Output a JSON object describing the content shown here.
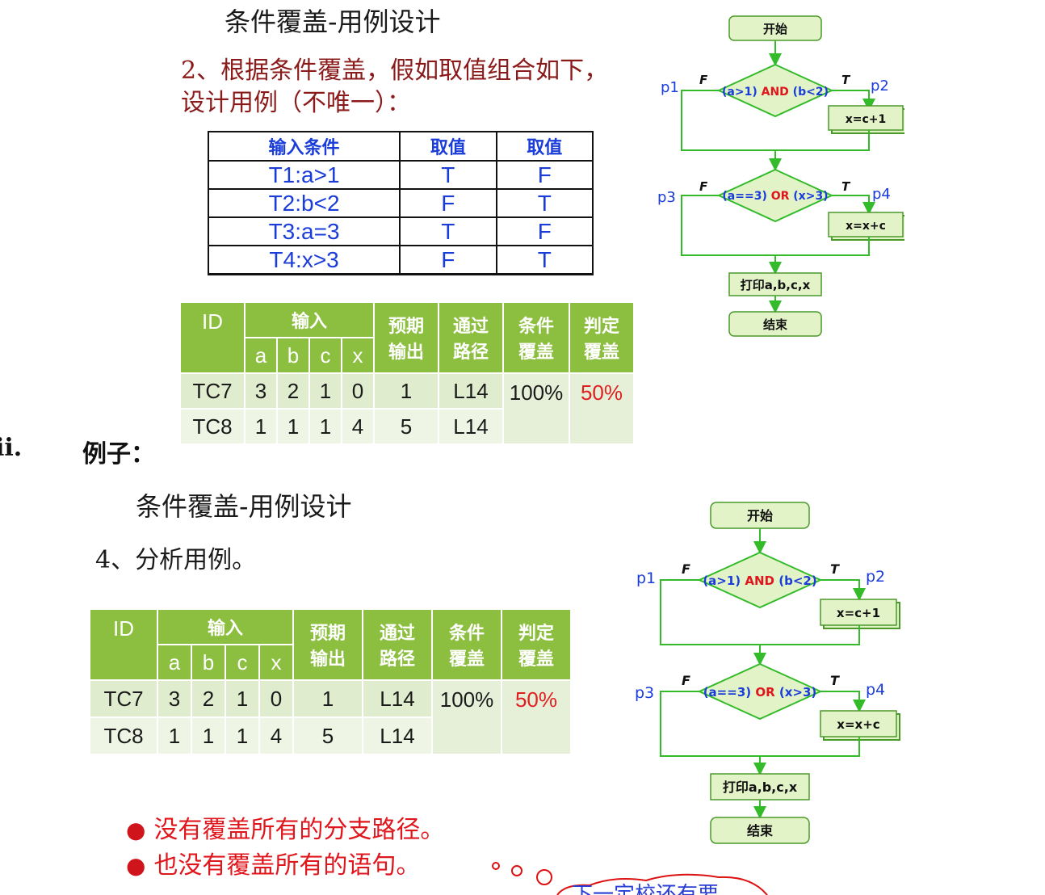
{
  "top": {
    "title": "条件覆盖-用例设计",
    "step_line1": "2、根据条件覆盖，假如取值组合如下，",
    "step_line2": "设计用例（不唯一）：",
    "cond_table": {
      "headers": [
        "输入条件",
        "取值",
        "取值"
      ],
      "rows": [
        [
          "T1:a>1",
          "T",
          "F"
        ],
        [
          "T2:b<2",
          "F",
          "T"
        ],
        [
          "T3:a=3",
          "T",
          "F"
        ],
        [
          "T4:x>3",
          "F",
          "T"
        ]
      ]
    }
  },
  "case_table": {
    "h_id": "ID",
    "h_input": "输入",
    "h_expected_1": "预期",
    "h_expected_2": "输出",
    "h_path_1": "通过",
    "h_path_2": "路径",
    "h_cond_1": "条件",
    "h_cond_2": "覆盖",
    "h_dec_1": "判定",
    "h_dec_2": "覆盖",
    "inputs": [
      "a",
      "b",
      "c",
      "x"
    ],
    "rows": [
      {
        "id": "TC7",
        "a": "3",
        "b": "2",
        "c": "1",
        "x": "0",
        "expected": "1",
        "path": "L14",
        "cond": "100%",
        "dec": "50%"
      },
      {
        "id": "TC8",
        "a": "1",
        "b": "1",
        "c": "1",
        "x": "4",
        "expected": "5",
        "path": "L14"
      }
    ]
  },
  "section_label": "ii.",
  "section_text": "例子：",
  "bottom": {
    "title": "条件覆盖-用例设计",
    "step": "4、分析用例。",
    "bullets": [
      "没有覆盖所有的分支路径。",
      "也没有覆盖所有的语句。"
    ],
    "cloud_text": "下一定校还有要"
  },
  "flowchart": {
    "start": "开始",
    "cond1_a": "(a>1) ",
    "cond1_op": "AND",
    "cond1_b": " (b<2)",
    "action1": "x=c+1",
    "cond2_a": "(a==3) ",
    "cond2_op": "OR",
    "cond2_b": " (x>3)",
    "action2": "x=x+c",
    "print": "打印a,b,c,x",
    "end": "结束",
    "p1": "p1",
    "p2": "p2",
    "p3": "p3",
    "p4": "p4",
    "false_label": "F",
    "true_label": "T"
  },
  "colors": {
    "flow_green": "#33bb2a",
    "box_fill": "#e3f3c8",
    "header_green": "#8cbf3f",
    "blue_text": "#1a3cd9",
    "red_text": "#e0161d"
  }
}
